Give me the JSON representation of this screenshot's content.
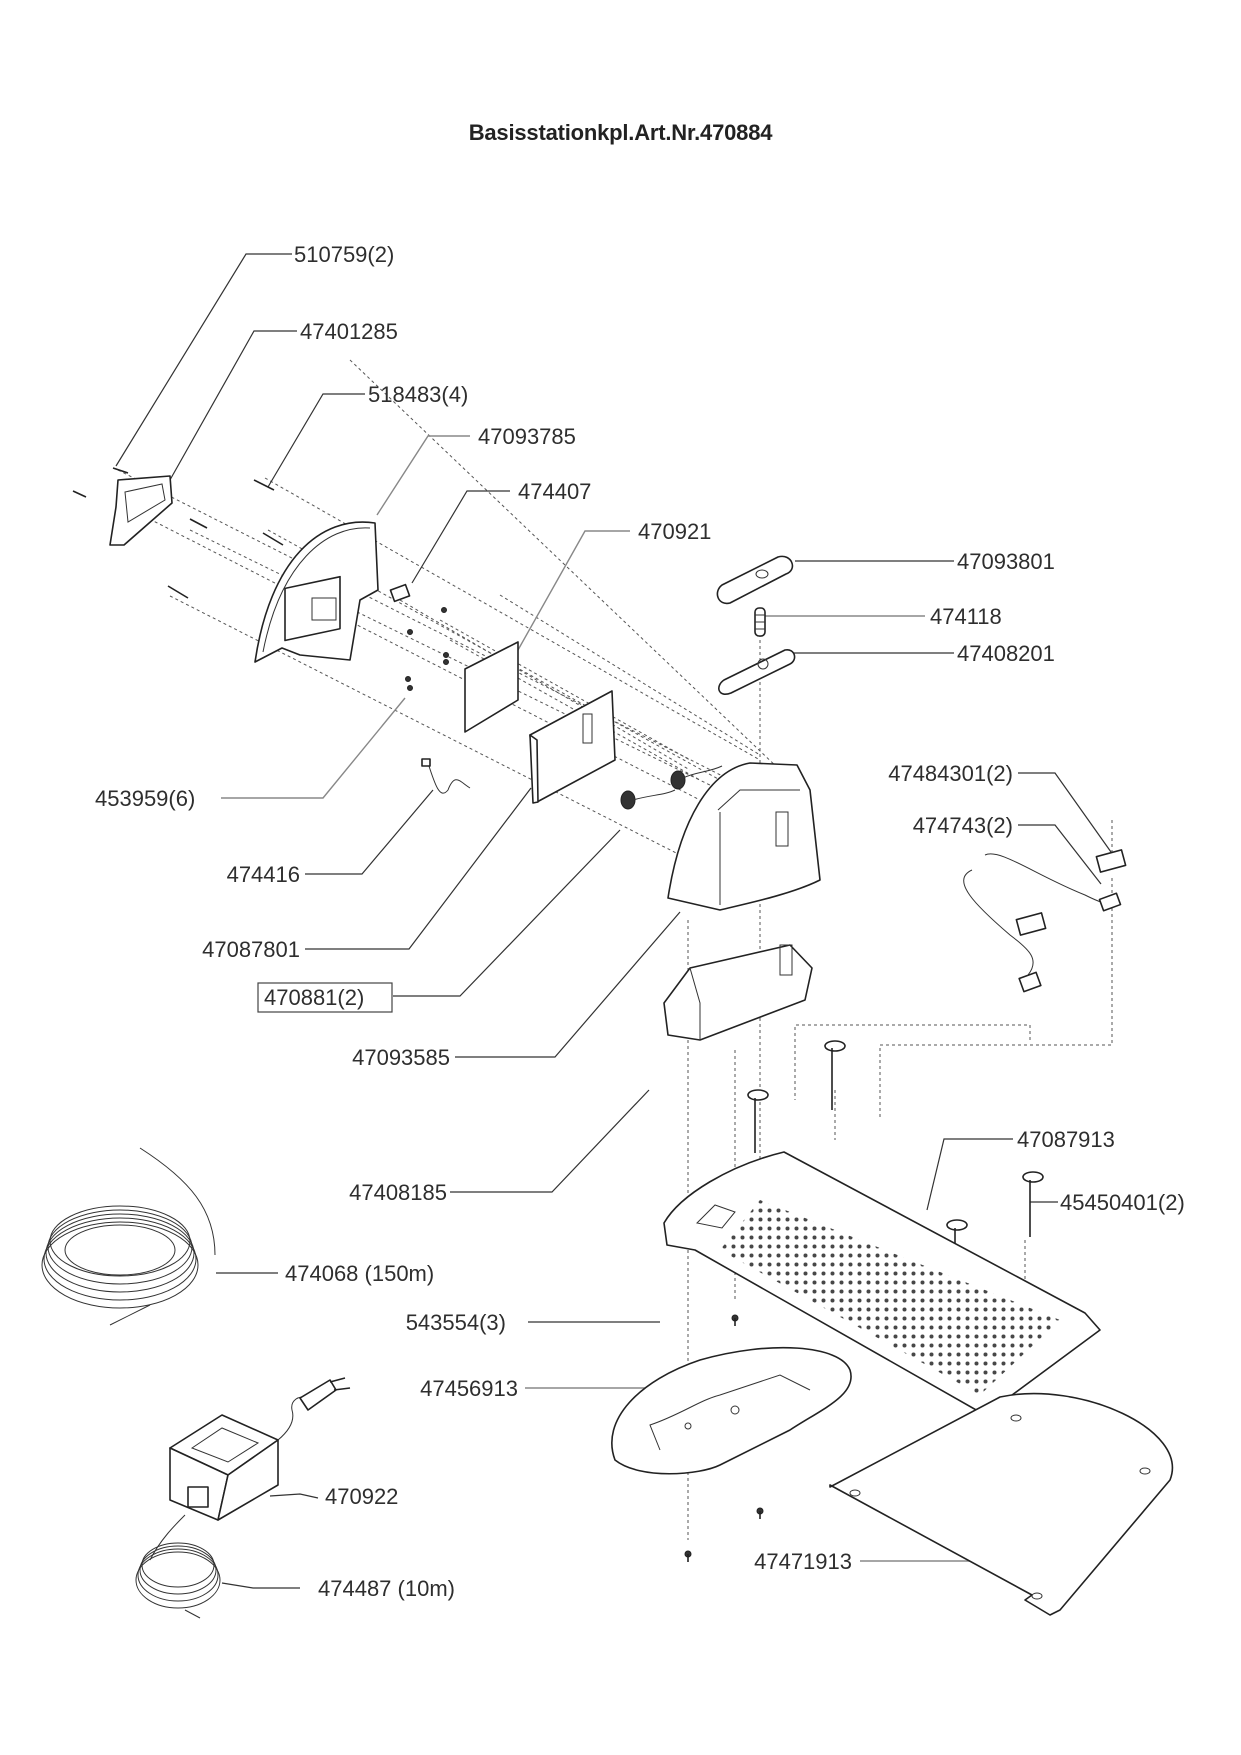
{
  "title": "Basisstationkpl.Art.Nr.470884",
  "parts": [
    {
      "id": "p1",
      "label": "510759(2)",
      "part_no": "510759",
      "qty": 2
    },
    {
      "id": "p2",
      "label": "47401285",
      "part_no": "47401285"
    },
    {
      "id": "p3",
      "label": "518483(4)",
      "part_no": "518483",
      "qty": 4
    },
    {
      "id": "p4",
      "label": "47093785",
      "part_no": "47093785"
    },
    {
      "id": "p5",
      "label": "474407",
      "part_no": "474407"
    },
    {
      "id": "p6",
      "label": "470921",
      "part_no": "470921"
    },
    {
      "id": "p7",
      "label": "47093801",
      "part_no": "47093801"
    },
    {
      "id": "p8",
      "label": "474118",
      "part_no": "474118"
    },
    {
      "id": "p9",
      "label": "47408201",
      "part_no": "47408201"
    },
    {
      "id": "p10",
      "label": "47484301(2)",
      "part_no": "47484301",
      "qty": 2
    },
    {
      "id": "p11",
      "label": "474743(2)",
      "part_no": "474743",
      "qty": 2
    },
    {
      "id": "p12",
      "label": "453959(6)",
      "part_no": "453959",
      "qty": 6
    },
    {
      "id": "p13",
      "label": "474416",
      "part_no": "474416"
    },
    {
      "id": "p14",
      "label": "47087801",
      "part_no": "47087801"
    },
    {
      "id": "p15",
      "label": "470881(2)",
      "part_no": "470881",
      "qty": 2,
      "boxed": true
    },
    {
      "id": "p16",
      "label": "47093585",
      "part_no": "47093585"
    },
    {
      "id": "p17",
      "label": "47408185",
      "part_no": "47408185"
    },
    {
      "id": "p18",
      "label": "47087913",
      "part_no": "47087913"
    },
    {
      "id": "p19",
      "label": "45450401(2)",
      "part_no": "45450401",
      "qty": 2
    },
    {
      "id": "p20",
      "label": "474068 (150m)",
      "part_no": "474068",
      "length": "150m"
    },
    {
      "id": "p21",
      "label": "543554(3)",
      "part_no": "543554",
      "qty": 3
    },
    {
      "id": "p22",
      "label": "47456913",
      "part_no": "47456913"
    },
    {
      "id": "p23",
      "label": "470922",
      "part_no": "470922"
    },
    {
      "id": "p24",
      "label": "474487 (10m)",
      "part_no": "474487",
      "length": "10m"
    },
    {
      "id": "p25",
      "label": "47471913",
      "part_no": "47471913"
    }
  ]
}
